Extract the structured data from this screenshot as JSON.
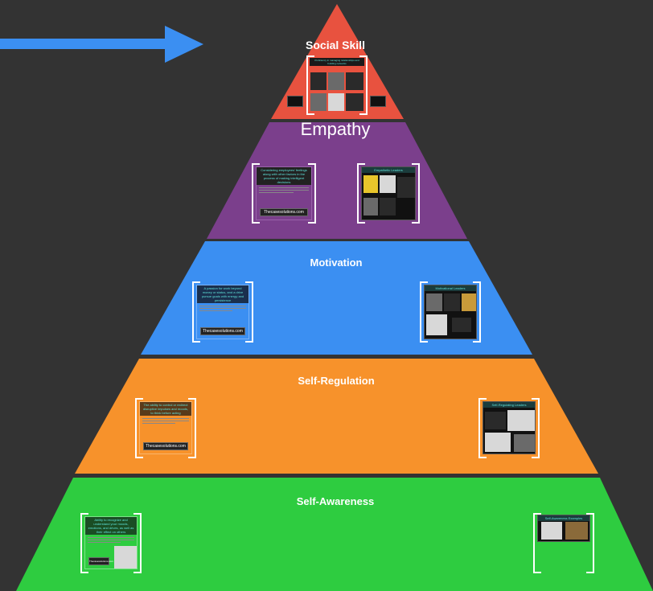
{
  "levels": [
    {
      "id": "social-skill",
      "label": "Social Skill",
      "color": "#e8523f",
      "card_title": "Proficiency in managing relationships and building networks",
      "card_site": "",
      "gallery_title": ""
    },
    {
      "id": "empathy",
      "label": "Empathy",
      "color": "#7b3f8c",
      "card_title": "Considering employees' feelings along with other factors in the process of making intelligent decisions",
      "card_site": "Thecasesolutions.com",
      "gallery_title": "Empathetic Leaders"
    },
    {
      "id": "motivation",
      "label": "Motivation",
      "color": "#3b8ff2",
      "card_title": "A passion for work beyond money or status, and a drive pursue goals with energy and persistence",
      "card_site": "Thecasesolutions.com",
      "gallery_title": "Motivational Leaders"
    },
    {
      "id": "self-regulation",
      "label": "Self-Regulation",
      "color": "#f7922b",
      "card_title": "The ability to control or redirect disruptive impulses and moods, to think before acting",
      "card_site": "Thecasesolutions.com",
      "gallery_title": "Self-Regulating Leaders"
    },
    {
      "id": "self-awareness",
      "label": "Self-Awareness",
      "color": "#2ecc40",
      "card_title": "Ability to recognize and understand your moods, emotions, and drives, as well as their effect on others",
      "card_site": "Thecasesolutions.com",
      "gallery_title": "Self-Awareness Examples"
    }
  ],
  "arrow": {
    "color": "#3b8ff2"
  }
}
